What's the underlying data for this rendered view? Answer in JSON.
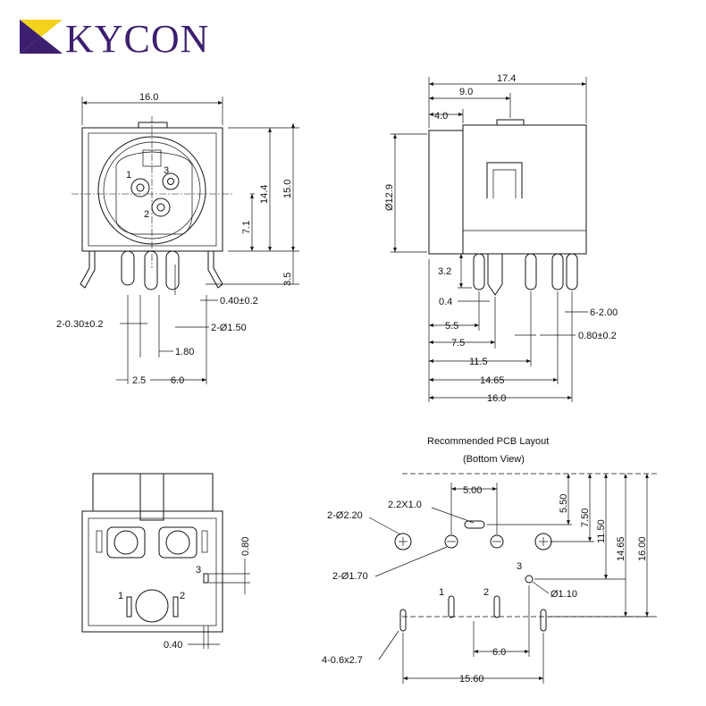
{
  "logo": {
    "text": "KYCON",
    "color": "#3c1f6e",
    "accent": "#f2d21b"
  },
  "front_view": {
    "dims": [
      "16.0",
      "14.4",
      "15.0",
      "7.1",
      "3.5",
      "0.40±0.2",
      "2-0.30±0.2",
      "2-Ø1.50",
      "1.80",
      "2.5",
      "6.0"
    ],
    "pins": [
      "1",
      "2",
      "3"
    ]
  },
  "side_view": {
    "dims": [
      "17.4",
      "9.0",
      "4.0",
      "Ø12.9",
      "3.2",
      "0.4",
      "5.5",
      "7.5",
      "11.5",
      "14.65",
      "16.0",
      "6-2.00",
      "0.80±0.2"
    ]
  },
  "bottom_view": {
    "dims": [
      "0.80",
      "0.40"
    ],
    "pins": [
      "1",
      "2",
      "3"
    ]
  },
  "pcb_layout": {
    "title": "Recommended PCB Layout",
    "subtitle": "(Bottom View)",
    "dims": [
      "5.00",
      "2.2X1.0",
      "2-Ø2.20",
      "5.50",
      "7.50",
      "11.50",
      "14.65",
      "16.00",
      "2-Ø1.70",
      "Ø1.10",
      "6.0",
      "15.60",
      "4-0.6x2.7"
    ],
    "pins": [
      "1",
      "2",
      "3"
    ]
  }
}
